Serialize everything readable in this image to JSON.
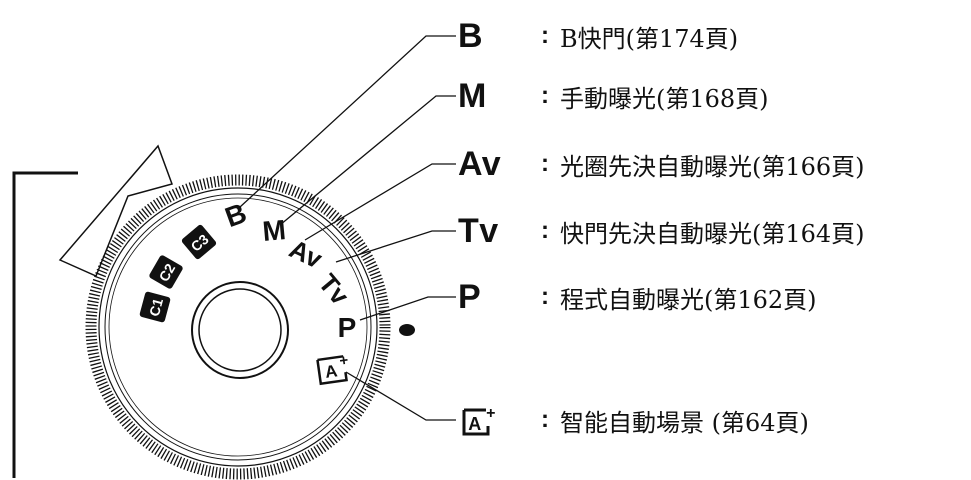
{
  "modes": [
    {
      "symbol": "B",
      "colon": ":",
      "description": "B快門(第174頁)"
    },
    {
      "symbol": "M",
      "colon": ":",
      "description": "手動曝光(第168頁)"
    },
    {
      "symbol": "Av",
      "colon": ":",
      "description": "光圈先決自動曝光(第166頁)"
    },
    {
      "symbol": "Tv",
      "colon": ":",
      "description": "快門先決自動曝光(第164頁)"
    },
    {
      "symbol": "P",
      "colon": ":",
      "description": "程式自動曝光(第162頁)"
    },
    {
      "symbol": "A+",
      "colon": ":",
      "description": "智能自動場景 (第64頁)"
    }
  ],
  "dial_labels": {
    "b": "B",
    "m": "M",
    "av": "Av",
    "tv": "Tv",
    "p": "P",
    "a": "A",
    "plus": "+",
    "c1": "C1",
    "c2": "C2",
    "c3": "C3"
  }
}
